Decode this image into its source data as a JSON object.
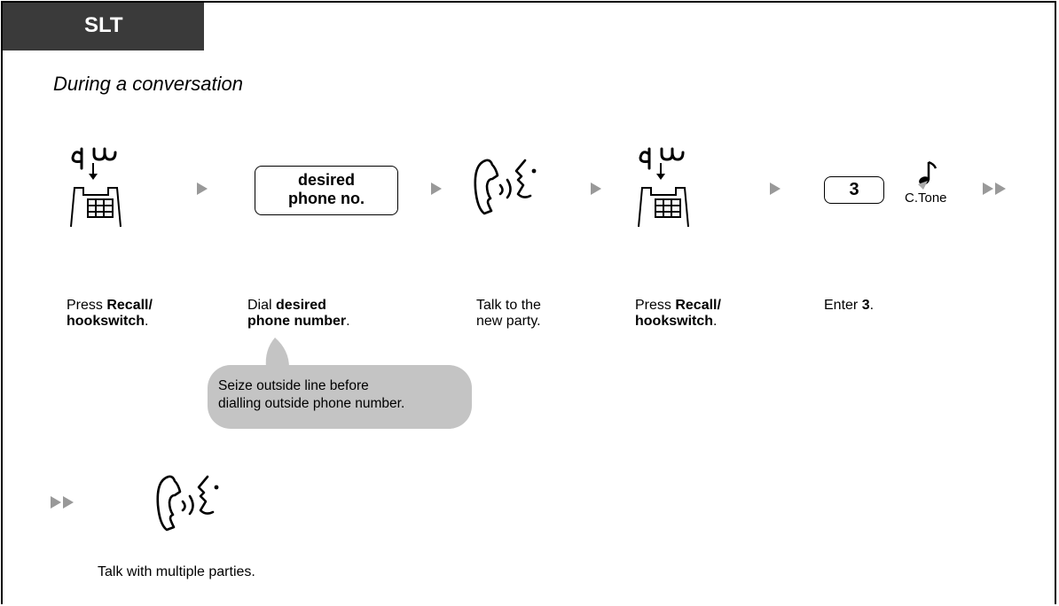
{
  "header": {
    "tab_label": "SLT",
    "subtitle": "During a conversation"
  },
  "steps": [
    {
      "icon": "recall-hookswitch-icon",
      "caption_pre": "Press ",
      "caption_bold": "Recall/\nhookswitch",
      "caption_post": "."
    },
    {
      "key": "desired\nphone no.",
      "caption_pre": "Dial ",
      "caption_bold": "desired\nphone number",
      "caption_post": "."
    },
    {
      "icon": "talking-handset-icon",
      "caption_plain": "Talk to the\nnew party."
    },
    {
      "icon": "recall-hookswitch-icon",
      "caption_pre": "Press ",
      "caption_bold": "Recall/\nhookswitch",
      "caption_post": "."
    },
    {
      "key": "3",
      "tone": "C.Tone",
      "caption_pre": "Enter ",
      "caption_bold": "3",
      "caption_post": "."
    }
  ],
  "note": "Seize outside line before\ndialling outside phone number.",
  "final_caption": "Talk with multiple parties.",
  "colors": {
    "tab": "#3a3a3a",
    "arrow": "#999999",
    "bubble": "#c4c4c4"
  }
}
